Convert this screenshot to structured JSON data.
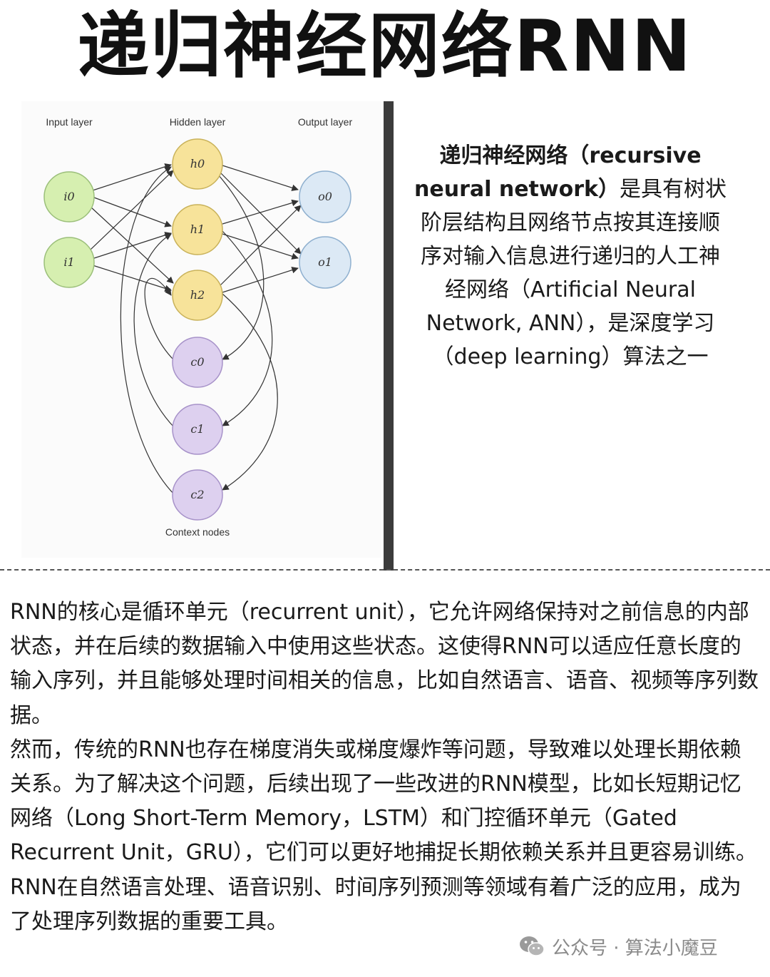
{
  "title": "递归神经网络RNN",
  "diagram": {
    "layers": {
      "input": "Input layer",
      "hidden": "Hidden layer",
      "output": "Output layer",
      "context": "Context nodes"
    },
    "nodes": {
      "input": [
        "i0",
        "i1"
      ],
      "hidden": [
        "h0",
        "h1",
        "h2"
      ],
      "output": [
        "o0",
        "o1"
      ],
      "context": [
        "c0",
        "c1",
        "c2"
      ]
    },
    "colors": {
      "input": "#d6efb0",
      "hidden": "#f7e39a",
      "output": "#dce9f5",
      "context": "#ddd0ef"
    }
  },
  "definition": {
    "heading": "递归神经网络（recursive neural network）",
    "text": "是具有树状阶层结构且网络节点按其连接顺序对输入信息进行递归的人工神经网络（Artificial Neural Network, ANN），是深度学习（deep learning）算法之一"
  },
  "body": {
    "paragraphs": [
      "RNN的核心是循环单元（recurrent unit），它允许网络保持对之前信息的内部状态，并在后续的数据输入中使用这些状态。这使得RNN可以适应任意长度的输入序列，并且能够处理时间相关的信息，比如自然语言、语音、视频等序列数据。",
      "然而，传统的RNN也存在梯度消失或梯度爆炸等问题，导致难以处理长期依赖关系。为了解决这个问题，后续出现了一些改进的RNN模型，比如长短期记忆网络（Long Short-Term Memory，LSTM）和门控循环单元（Gated Recurrent Unit，GRU），它们可以更好地捕捉长期依赖关系并且更容易训练。",
      "RNN在自然语言处理、语音识别、时间序列预测等领域有着广泛的应用，成为了处理序列数据的重要工具。"
    ]
  },
  "watermark": "公众号 · 算法小魔豆"
}
